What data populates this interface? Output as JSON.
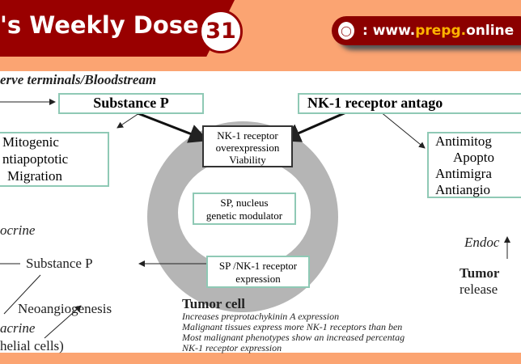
{
  "header": {
    "title": "'s Weekly Dose",
    "issue": "31",
    "url_prefix": ": www.",
    "url_brand": "prepg.",
    "url_suffix": "online",
    "mouse_icon": "mouse-icon"
  },
  "diagram": {
    "top_left_label": "erve terminals/Bloodstream",
    "substance_p_top": "Substance P",
    "nk1_antagonist": "NK-1 receptor antago",
    "left_effects": [
      "Mitogenic",
      "ntiapoptotic",
      "Migration"
    ],
    "right_effects": [
      "Antimitog",
      "Apopto",
      "Antimigra",
      "Antiangio"
    ],
    "center_box": [
      "NK-1 receptor",
      "overexpression",
      "Viability"
    ],
    "nucleus_box": [
      "SP, nucleus",
      "genetic modulator"
    ],
    "receptor_box": [
      "SP /NK-1 receptor",
      "expression"
    ],
    "autocrine": "ocrine",
    "substance_p_left": "Substance P",
    "endocrine": "Endoc",
    "tumor_release": [
      "Tumor",
      "release"
    ],
    "neoangiogenesis": "Neoangiogenesis",
    "paracrine": "acrine",
    "endothelial": "helial cells)",
    "tumor_cell_title": "Tumor cell",
    "tumor_cell_notes": [
      "Increases preprotachykinin A expression",
      "Malignant tissues express more NK-1 receptors than  ben",
      "Most malignant phenotypes show an increased percentag",
      "NK-1 receptor expression"
    ]
  }
}
